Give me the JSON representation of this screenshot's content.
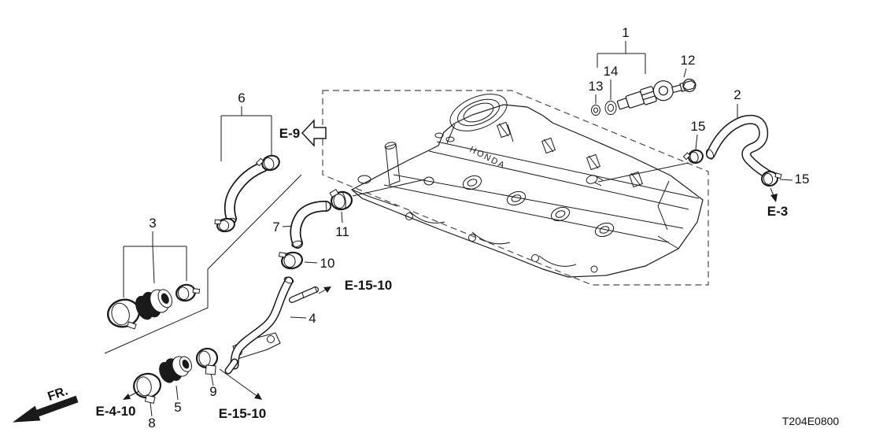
{
  "diagram": {
    "code": "T204E0800",
    "front_marker": "FR.",
    "cover_embossed_text": "HONDA",
    "part_labels": [
      {
        "id": "1",
        "text": "1"
      },
      {
        "id": "2",
        "text": "2"
      },
      {
        "id": "3",
        "text": "3"
      },
      {
        "id": "4",
        "text": "4"
      },
      {
        "id": "5",
        "text": "5"
      },
      {
        "id": "6",
        "text": "6"
      },
      {
        "id": "7",
        "text": "7"
      },
      {
        "id": "8",
        "text": "8"
      },
      {
        "id": "9",
        "text": "9"
      },
      {
        "id": "10",
        "text": "10"
      },
      {
        "id": "11",
        "text": "11"
      },
      {
        "id": "12",
        "text": "12"
      },
      {
        "id": "13",
        "text": "13"
      },
      {
        "id": "14",
        "text": "14"
      },
      {
        "id": "15a",
        "text": "15"
      },
      {
        "id": "15b",
        "text": "15"
      }
    ],
    "ref_labels": [
      {
        "id": "e9",
        "text": "E-9"
      },
      {
        "id": "e3",
        "text": "E-3"
      },
      {
        "id": "e1510_upper",
        "text": "E-15-10"
      },
      {
        "id": "e1510_lower",
        "text": "E-15-10"
      },
      {
        "id": "e4_10",
        "text": "E-4-10"
      }
    ]
  }
}
